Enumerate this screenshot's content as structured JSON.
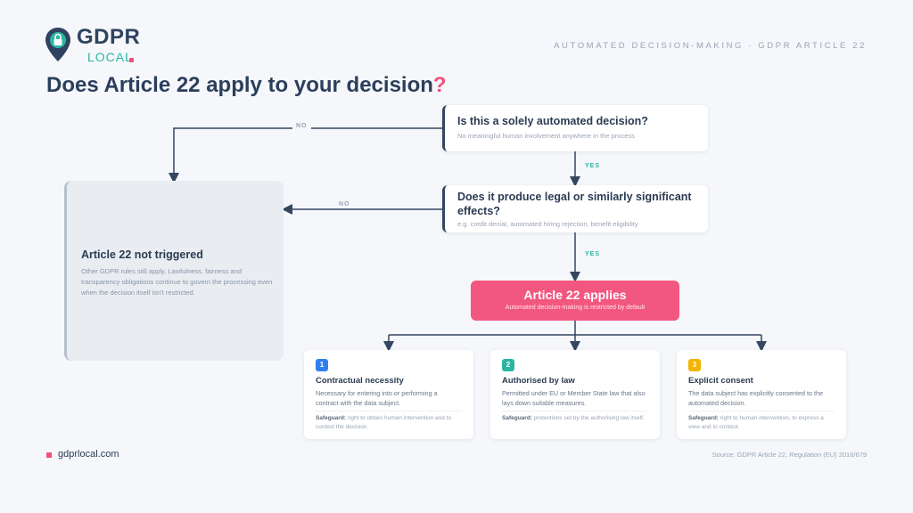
{
  "brand": {
    "name": "GDPR",
    "sub": "LOCAL",
    "header_tag": "AUTOMATED DECISION-MAKING · GDPR ARTICLE 22",
    "colors": {
      "navy": "#2b3f5c",
      "pink": "#f0507a",
      "teal": "#2bb6a3"
    }
  },
  "title": {
    "text": "Does Article 22 apply to your decision",
    "mark": "?"
  },
  "questions": [
    {
      "title": "Is this a solely automated decision?",
      "subtitle": "No meaningful human involvement anywhere in the process"
    },
    {
      "title": "Does it produce legal or similarly significant effects?",
      "subtitle": "e.g. credit denial, automated hiring rejection, benefit eligibility"
    }
  ],
  "labels": {
    "no": "NO",
    "yes": "YES"
  },
  "not_triggered": {
    "title": "Article 22 not triggered",
    "text": "Other GDPR rules still apply. Lawfulness, fairness and transparency obligations continue to govern the processing even when the decision itself isn't restricted."
  },
  "applies": {
    "title": "Article 22 applies",
    "subtitle": "Automated decision-making is restricted by default"
  },
  "routes": [
    {
      "num": "1",
      "color": "#2f80ed",
      "title": "Contractual necessity",
      "text": "Necessary for entering into or performing a contract with the data subject.",
      "safeguard_label": "Safeguard:",
      "safeguard": "right to obtain human intervention and to contest the decision."
    },
    {
      "num": "2",
      "color": "#2bb6a3",
      "title": "Authorised by law",
      "text": "Permitted under EU or Member State law that also lays down suitable measures.",
      "safeguard_label": "Safeguard:",
      "safeguard": "protections set by the authorising law itself."
    },
    {
      "num": "3",
      "color": "#f5b400",
      "title": "Explicit consent",
      "text": "The data subject has explicitly consented to the automated decision.",
      "safeguard_label": "Safeguard:",
      "safeguard": "right to human intervention, to express a view and to contest."
    }
  ],
  "footer": {
    "url": "gdprlocal.com",
    "source": "Source: GDPR Article 22, Regulation (EU) 2016/679"
  }
}
